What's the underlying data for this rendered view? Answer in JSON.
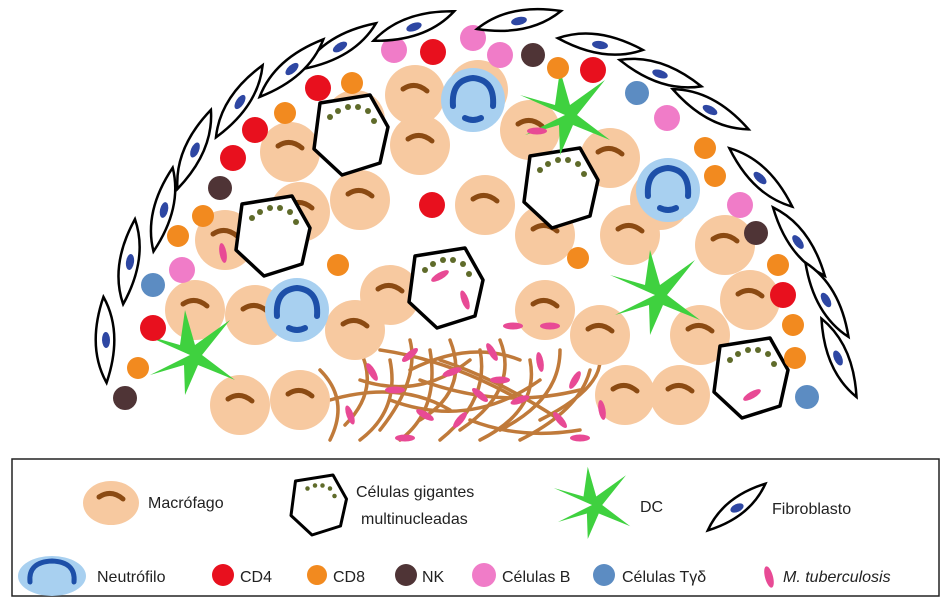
{
  "diagram": {
    "legend": {
      "row1": [
        {
          "id": "macrofago",
          "label": "Macrófago",
          "icon": "macrophage-icon"
        },
        {
          "id": "celulas-gigantes",
          "label_line1": "Células gigantes",
          "label_line2": "multinucleadas",
          "icon": "giant-cell-icon"
        },
        {
          "id": "dc",
          "label": "DC",
          "icon": "dendritic-cell-icon"
        },
        {
          "id": "fibroblasto",
          "label": "Fibroblasto",
          "icon": "fibroblast-icon"
        }
      ],
      "row2": [
        {
          "id": "neutrofilo",
          "label": "Neutrófilo",
          "icon": "neutrophil-icon"
        },
        {
          "id": "cd4",
          "label": "CD4",
          "icon": "cd4-icon"
        },
        {
          "id": "cd8",
          "label": "CD8",
          "icon": "cd8-icon"
        },
        {
          "id": "nk",
          "label": "NK",
          "icon": "nk-icon"
        },
        {
          "id": "celulas-b",
          "label": "Células B",
          "icon": "b-cell-icon"
        },
        {
          "id": "celulas-tyd",
          "label": "Células Tγδ",
          "icon": "tgd-cell-icon"
        },
        {
          "id": "m-tuberculosis",
          "label": "M. tuberculosis",
          "icon": "m-tuberculosis-icon"
        }
      ]
    },
    "colors": {
      "macrophage_fill": "#f7c9a0",
      "macrophage_nucleus": "#8b4a12",
      "giant_dots": "#5f6b2a",
      "dc_green": "#3fd13f",
      "fibroblast_nucleus": "#2e47a3",
      "neutrophil_fill": "#a8d0f0",
      "neutrophil_nucleus": "#1d4fa8",
      "cd4_red": "#e8101e",
      "cd8_orange": "#f28a1f",
      "nk_brown": "#4f3436",
      "b_cell_pink": "#f07cc8",
      "tgd_blue": "#5c8cc2",
      "mtb_pink": "#e84a95",
      "fiber_brown": "#c07a3a"
    }
  }
}
